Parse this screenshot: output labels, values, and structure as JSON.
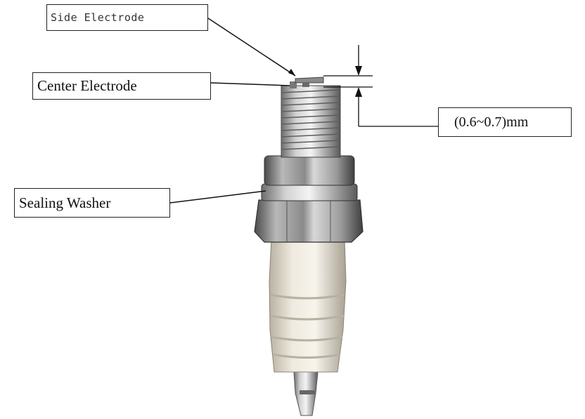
{
  "callouts": {
    "side_electrode": "Side Electrode",
    "center_electrode": "Center Electrode",
    "gap": "(0.6~0.7)mm",
    "sealing_washer": "Sealing Washer"
  },
  "icons": [
    "spark-plug-illustration",
    "leader-line",
    "dimension-arrow"
  ],
  "colors": {
    "metal": "#9a9a9a",
    "metal_dark": "#5a5a5a",
    "ceramic": "#e9e4d8",
    "line": "#111111"
  }
}
